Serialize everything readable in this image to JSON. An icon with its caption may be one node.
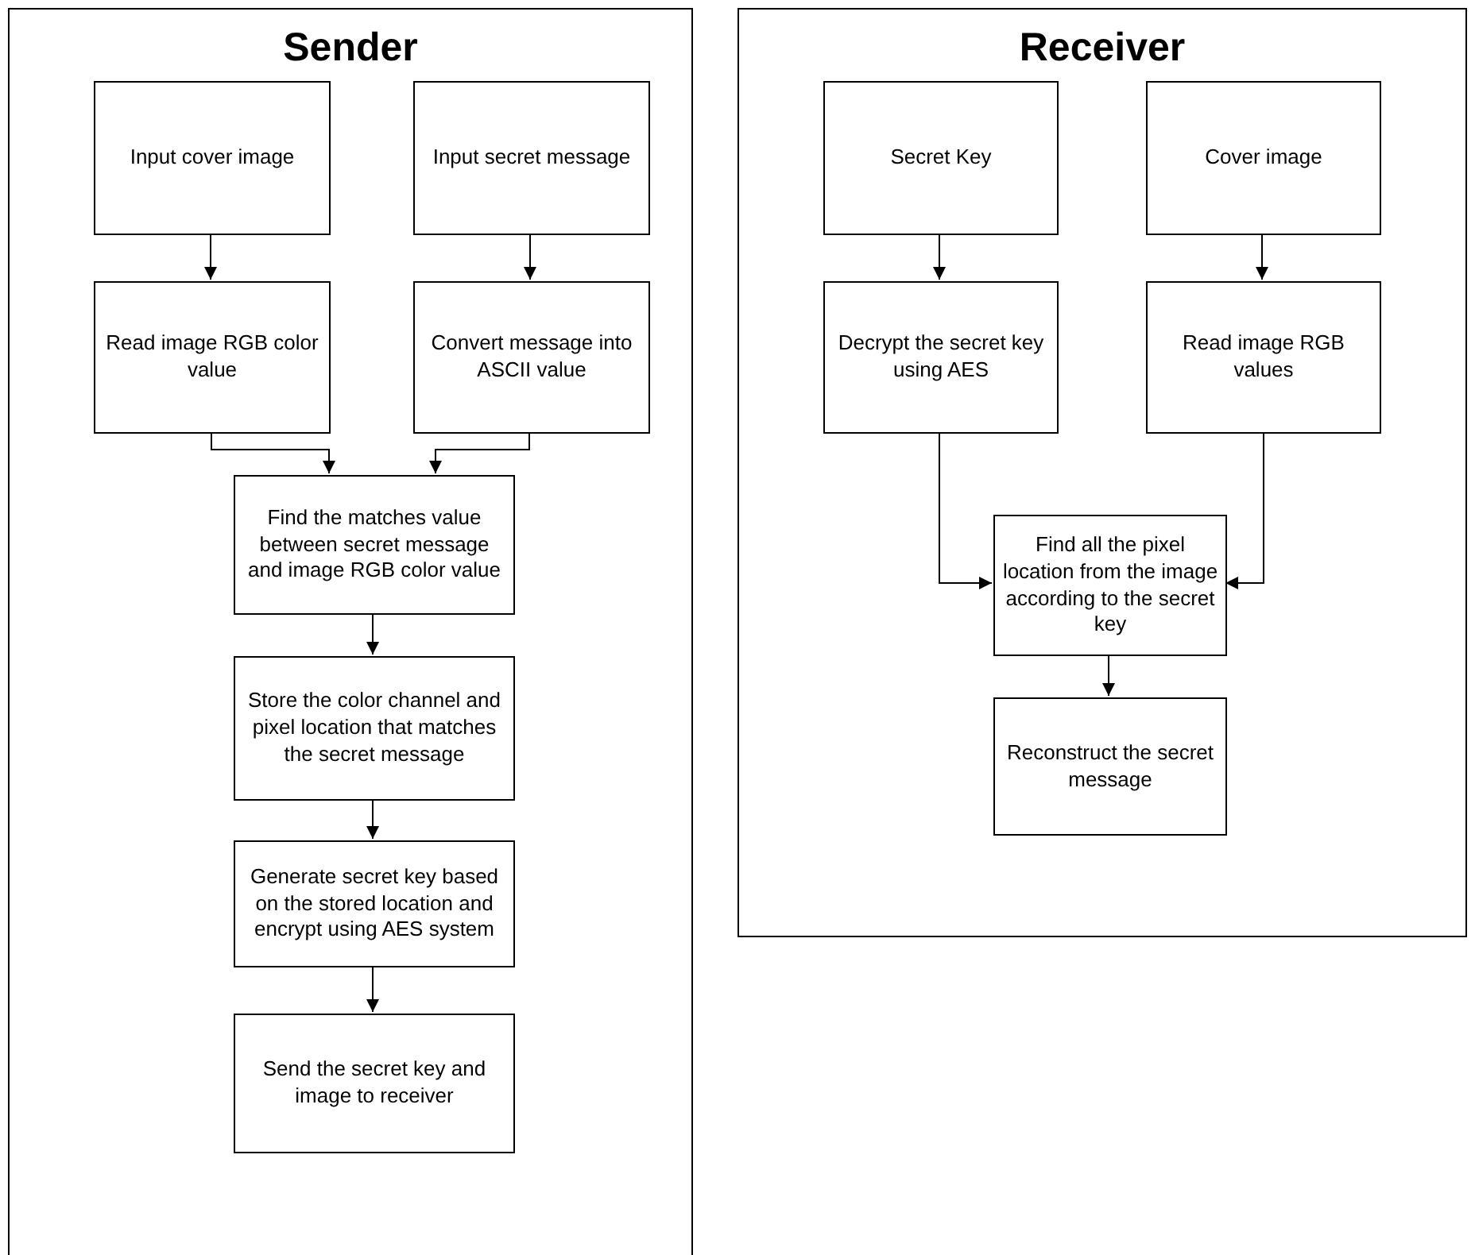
{
  "diagram": {
    "nodes": [
      {
        "text": [
          "Sender"
        ]
      },
      {
        "text": [
          "Receiver"
        ]
      },
      {
        "text": [
          "Input cover image"
        ],
        "in": 0
      },
      {
        "text": [
          "Input secret message"
        ],
        "in": 0
      },
      {
        "text": [
          "Read image RGB color value"
        ],
        "in": 0
      },
      {
        "text": [
          "Convert message into ASCII value"
        ],
        "in": 0
      },
      {
        "text": [
          "Find the matches value between secret message and image RGB color value"
        ],
        "in": 0
      },
      {
        "text": [
          "Store the color channel and pixel location that matches the secret message"
        ],
        "in": 0
      },
      {
        "text": [
          "Generate secret key based on the stored location and encrypt using AES system"
        ],
        "in": 0
      },
      {
        "text": [
          "Send the secret key and image to receiver"
        ],
        "in": 0
      },
      {
        "text": [
          "Secret Key"
        ],
        "in": 1
      },
      {
        "text": [
          "Cover image"
        ],
        "in": 1
      },
      {
        "text": [
          "Decrypt the secret key using AES"
        ],
        "in": 1
      },
      {
        "text": [
          "Read image RGB values"
        ],
        "in": 1
      },
      {
        "text": [
          "Find all the pixel location from the image according to the secret key"
        ],
        "in": 1
      },
      {
        "text": [
          "Reconstruct the secret message"
        ],
        "in": 1
      }
    ],
    "edges": [
      {
        "from": 2,
        "to": 4,
        "arrow": "to"
      },
      {
        "from": 3,
        "to": 5,
        "arrow": "to"
      },
      {
        "from": 4,
        "to": 6,
        "arrow": "to"
      },
      {
        "from": 5,
        "to": 6,
        "arrow": "to"
      },
      {
        "from": 6,
        "to": 7,
        "arrow": "to"
      },
      {
        "from": 7,
        "to": 8,
        "arrow": "to"
      },
      {
        "from": 8,
        "to": 9,
        "arrow": "to"
      },
      {
        "from": 10,
        "to": 12,
        "arrow": "to"
      },
      {
        "from": 11,
        "to": 13,
        "arrow": "to"
      },
      {
        "from": 12,
        "to": 14,
        "arrow": "to"
      },
      {
        "from": 13,
        "to": 14,
        "arrow": "to"
      },
      {
        "from": 14,
        "to": 15,
        "arrow": "to"
      }
    ]
  }
}
